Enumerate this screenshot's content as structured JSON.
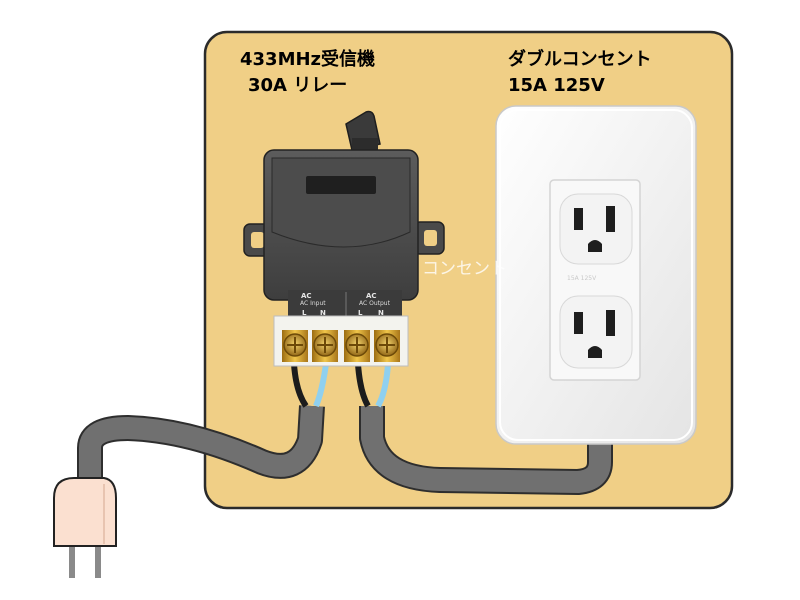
{
  "colors": {
    "background": "#ffffff",
    "panel_fill": "#f0cf86",
    "panel_border": "#2b2b2b",
    "relay_body": "#555555",
    "relay_dark": "#262626",
    "cable_gray": "#6e6e6e",
    "wire_black": "#1c1c1c",
    "wire_blue": "#8fd0ef",
    "terminal_brass": "#d4a42a",
    "outlet_plate": "#f6f6f6",
    "plug_body": "#fbe0d0"
  },
  "relay": {
    "title": "433MHz受信機",
    "rating": "30A リレー",
    "input_terminal": {
      "label": "AC Input",
      "left": "L",
      "right": "N"
    },
    "output_terminal": {
      "label": "AC Output",
      "left": "L",
      "right": "N"
    }
  },
  "outlet": {
    "title": "ダブルコンセント",
    "rating": "15A 125V",
    "face_text": "15A 125V"
  },
  "watermark": "コンセント",
  "icons": {
    "relay": "relay-receiver-icon",
    "outlet": "duplex-outlet-icon",
    "plug": "power-plug-icon"
  }
}
